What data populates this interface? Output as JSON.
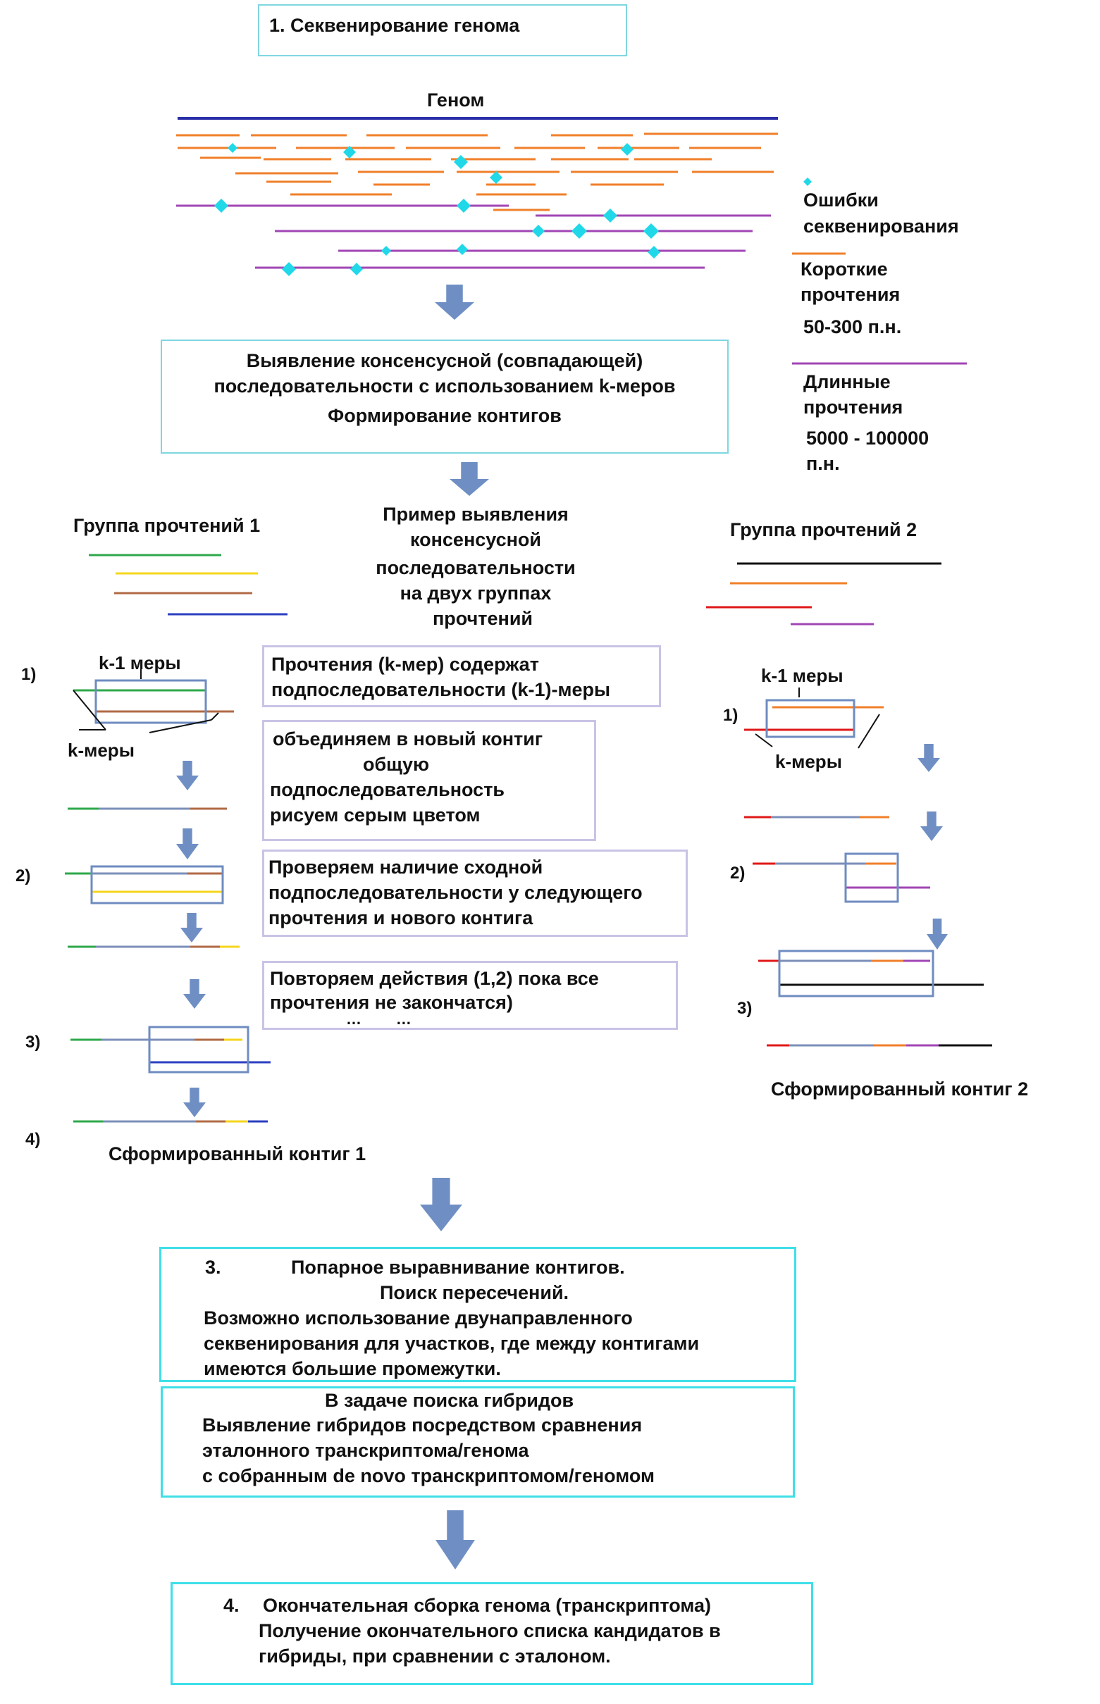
{
  "steps": {
    "step1": "1. Секвенирование генома",
    "step2": [
      "Выявление консенсусной (совпадающей)",
      "последовательности с использованием k-меров",
      "Формирование контигов"
    ],
    "step3_num": "3.",
    "step3": [
      "Попарное выравнивание контигов.",
      "Поиск пересечений.",
      "Возможно использование двунаправленного",
      "секвенирования для участков, где между контигами",
      "имеются большие промежутки."
    ],
    "hybrid": [
      "В задаче поиска гибридов",
      "Выявление гибридов посредством сравнения",
      "эталонного транскриптома/генома",
      "с собранным de novo транскриптомом/геномом"
    ],
    "step4_num": "4.",
    "step4": [
      "Окончательная сборка генома (транскриптома)",
      "Получение окончательного списка кандидатов в",
      "гибриды, при сравнении с эталоном."
    ]
  },
  "genome": {
    "label": "Геном",
    "legend": {
      "errors": [
        "Ошибки",
        "секвенирования"
      ],
      "short": [
        "Короткие",
        "прочтения",
        "50-300 п.н."
      ],
      "long": [
        "Длинные",
        "прочтения",
        "5000 - 100000",
        "п.н."
      ]
    }
  },
  "example": {
    "center_title": [
      "Пример выявления",
      "консенсусной",
      "последовательности",
      "на двух группах",
      "прочтений"
    ],
    "group1_title": "Группа прочтений 1",
    "group2_title": "Группа прочтений 2",
    "k1_label": "k-1 меры",
    "k_label": "k-меры",
    "n1": "1)",
    "n2": "2)",
    "n3": "3)",
    "n4": "4)",
    "note1": [
      "Прочтения (k-мер) содержат",
      "подпоследовательности (k-1)-меры"
    ],
    "note2": [
      "объединяем в новый контиг",
      "общую",
      "подпоследовательность",
      "рисуем серым цветом"
    ],
    "note3": [
      "Проверяем наличие сходной",
      "подпоследовательности у следующего",
      "прочтения и нового контига"
    ],
    "note4": [
      "Повторяем действия (1,2) пока все",
      "прочтения не закончатся)",
      "…        …"
    ],
    "contig1": "Сформированный  контиг 1",
    "contig2": "Сформированный контиг 2"
  },
  "colors": {
    "genome_line": "#2b2fa8",
    "short_read": "#f07f2a",
    "long_read": "#a146b4",
    "error_marker": "#20d8e8",
    "arrow": "#6f8fc4",
    "contig_gray": "#7b8fb8",
    "green": "#2ea84a",
    "yellow": "#f5d51c",
    "brown": "#b06a45",
    "blue": "#2b3fc0",
    "red": "#e01818",
    "black": "#111111"
  }
}
